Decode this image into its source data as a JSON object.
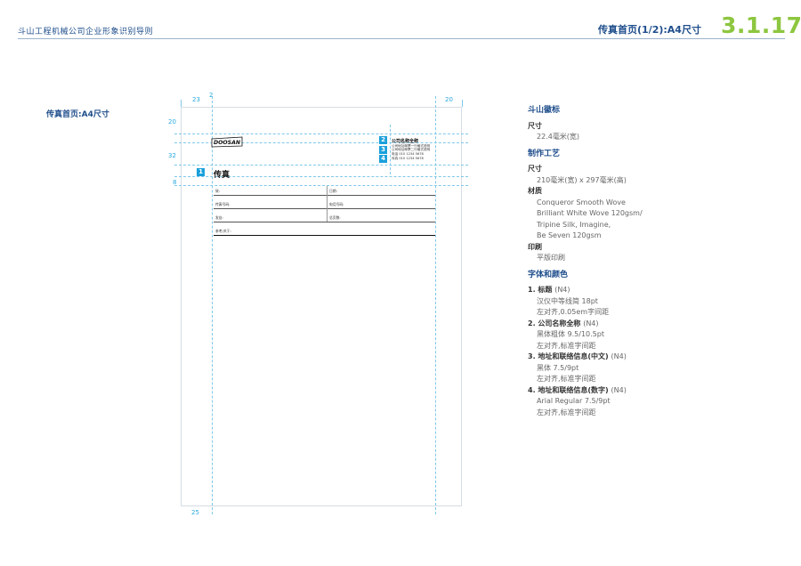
{
  "header": {
    "brand_line": "斗山工程机械公司企业形象识别导则",
    "section_title": "传真首页(1/2):A4尺寸",
    "section_number": "3.1.17"
  },
  "left_label": "传真首页:A4尺寸",
  "dimensions": {
    "d23": "23",
    "d2": "2",
    "d20_top": "20",
    "d20_left": "20",
    "d32": "32",
    "d8": "8",
    "d25": "25"
  },
  "fax_sample": {
    "logo_text": "DOOSAN",
    "badges": [
      "1",
      "2",
      "3",
      "4"
    ],
    "company_name": "公司名称全称",
    "address_lines": [
      "公司地址邮票一行格式说明",
      "公司地址邮票二行格式说明",
      "电话 010 1234 5678",
      "传真 010 1234 5678"
    ],
    "title": "传真",
    "fields": {
      "to": "致:",
      "date": "日期:",
      "fax_no": "传真号码:",
      "phone_no": "电话号码:",
      "from": "发自:",
      "pages": "总页数:",
      "ref": "参考/关于:"
    }
  },
  "right_panel": {
    "logo_section": {
      "heading": "斗山徽标",
      "size_label": "尺寸",
      "size_value": "22.4毫米(宽)"
    },
    "process_section": {
      "heading": "制作工艺",
      "size_label": "尺寸",
      "size_value": "210毫米(宽) x 297毫米(高)",
      "material_label": "材质",
      "materials": [
        "Conqueror Smooth Wove",
        "Brilliant White Wove 120gsm/",
        "Tripine Silk, Imagine,",
        "Be Seven 120gsm"
      ],
      "print_label": "印刷",
      "print_value": "平版印刷"
    },
    "type_section": {
      "heading": "字体和颜色",
      "items": [
        {
          "num": "1.",
          "title": "标题",
          "code": "(N4)",
          "lines": [
            "汉仪中等线简  18pt",
            "左对齐,0.05em字间距"
          ]
        },
        {
          "num": "2.",
          "title": "公司名称全称",
          "code": "(N4)",
          "lines": [
            "黑体粗体  9.5/10.5pt",
            "左对齐,标准字间距"
          ]
        },
        {
          "num": "3.",
          "title": "地址和联络信息(中文)",
          "code": "(N4)",
          "lines": [
            "黑体  7.5/9pt",
            "左对齐,标准字间距"
          ]
        },
        {
          "num": "4.",
          "title": "地址和联络信息(数字)",
          "code": "(N4)",
          "lines": [
            "Arial Regular  7.5/9pt",
            "左对齐,标准字间距"
          ]
        }
      ]
    }
  }
}
